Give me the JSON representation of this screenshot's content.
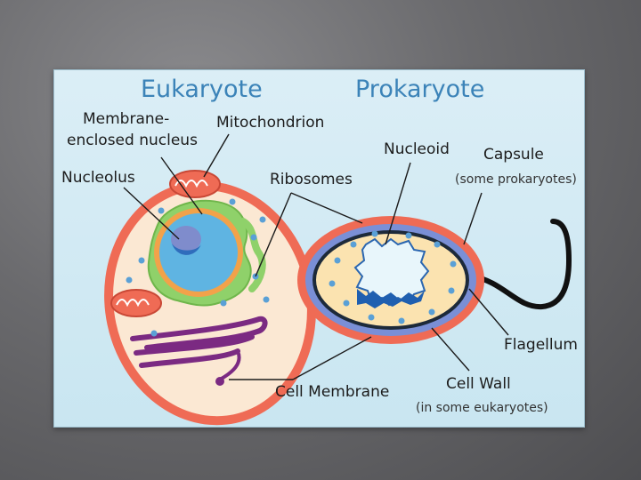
{
  "diagram": {
    "headings": {
      "eukaryote": "Eukaryote",
      "prokaryote": "Prokaryote"
    },
    "labels": {
      "membrane_line1": "Membrane-",
      "membrane_line2": "enclosed nucleus",
      "mitochondrion": "Mitochondrion",
      "nucleolus": "Nucleolus",
      "ribosomes": "Ribosomes",
      "nucleoid": "Nucleoid",
      "capsule": "Capsule",
      "capsule_note": "(some prokaryotes)",
      "flagellum": "Flagellum",
      "cell_membrane": "Cell Membrane",
      "cell_wall": "Cell Wall",
      "cell_wall_note": "(in some eukaryotes)"
    },
    "colors": {
      "eukaryote_outer": "#ef6b55",
      "cytoplasm": "#fbe8d3",
      "er_green": "#8fd16a",
      "nucleus_orange": "#f2a24a",
      "nucleus_blue": "#5fb4e2",
      "nucleolus": "#7f8ccc",
      "golgi_purple": "#7b2a82",
      "capsule_red": "#ef6b55",
      "wall_blue": "#7a8fd6",
      "prok_cytoplasm": "#fbe3b0",
      "ribosome": "#5aa0d6"
    }
  }
}
